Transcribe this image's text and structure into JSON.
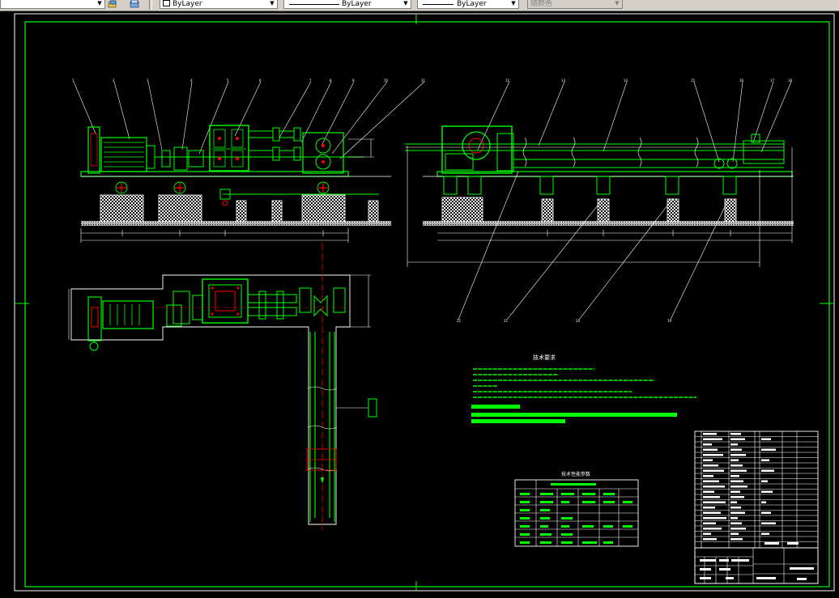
{
  "toolbar": {
    "layer_combo_value": "ByLayer",
    "linetype_combo_value": "ByLayer",
    "lineweight_combo_value": "ByLayer",
    "plotstyle_combo_value": "随颜色",
    "icons": [
      "layer-states-icon",
      "layer-previous-icon"
    ]
  },
  "colors": {
    "background": "#000000",
    "frame": "#00ff00",
    "geometry": "#00ff00",
    "white_lines": "#ffffff",
    "red_accent": "#ff0000",
    "toolbar_bg": "#d4d0c8"
  },
  "drawing": {
    "tech_requirements_title": "技术要求",
    "spec_table_title": "技术性能参数"
  }
}
